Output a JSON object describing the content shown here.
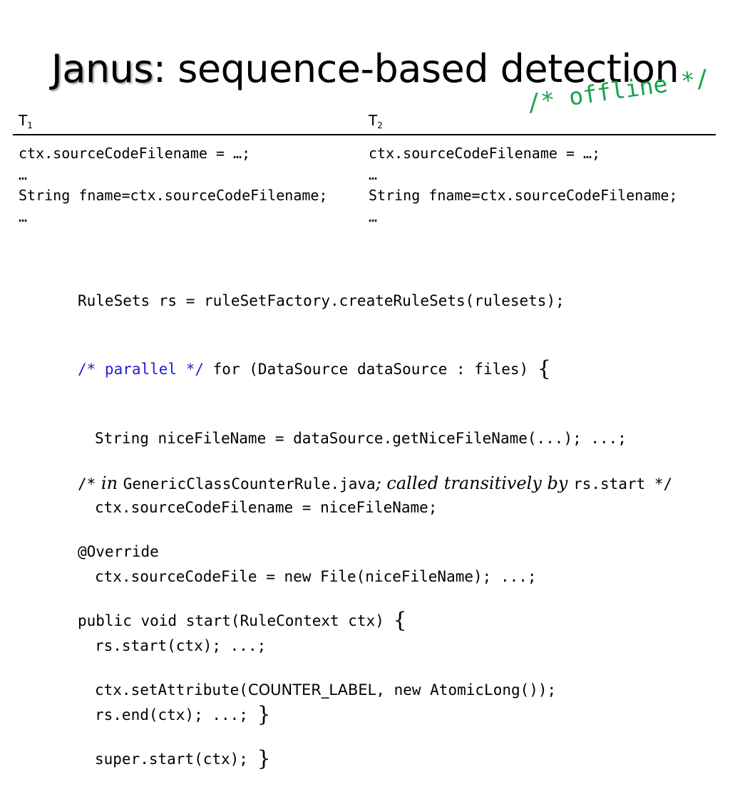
{
  "colors": {
    "comment_blue": "#1f1fd6",
    "offline_green": "#16a34a"
  },
  "slide": {
    "title_name": "Janus",
    "title_rest": ": sequence-based detection",
    "offline_note": "/* offline */"
  },
  "threads": {
    "t1": {
      "label": "T",
      "sub": "1",
      "lines": [
        "ctx.sourceCodeFilename = …;",
        "…",
        "String fname=ctx.sourceCodeFilename;",
        "…"
      ]
    },
    "t2": {
      "label": "T",
      "sub": "2",
      "lines": [
        "ctx.sourceCodeFilename = …;",
        "…",
        "String fname=ctx.sourceCodeFilename;",
        "…"
      ]
    }
  },
  "code": {
    "line1": "RuleSets rs = ruleSetFactory.createRuleSets(rulesets);",
    "line2_comment": "/* parallel */",
    "line2_rest": " for (DataSource dataSource : files) ",
    "line3": "String niceFileName = dataSource.getNiceFileName(...); ...;",
    "line4": "ctx.sourceCodeFilename = niceFileName;",
    "line5": "ctx.sourceCodeFile = new File(niceFileName); ...;",
    "line6": "rs.start(ctx); ...;",
    "line7": "rs.end(ctx); ...; ",
    "brace_open": "{",
    "brace_close": "}",
    "c_open": "/*",
    "c_in": " in ",
    "c_file": "GenericClassCounterRule.java",
    "c_called": "; called transitively by ",
    "c_start": "rs.start",
    "c_close": " */",
    "override": "@Override",
    "sig": "public void start(RuleContext ctx) ",
    "set_pre": "ctx.setAttribute(",
    "counter_label": "COUNTER_LABEL",
    "set_post": ", new AtomicLong());",
    "super_call": "super.start(ctx); "
  }
}
